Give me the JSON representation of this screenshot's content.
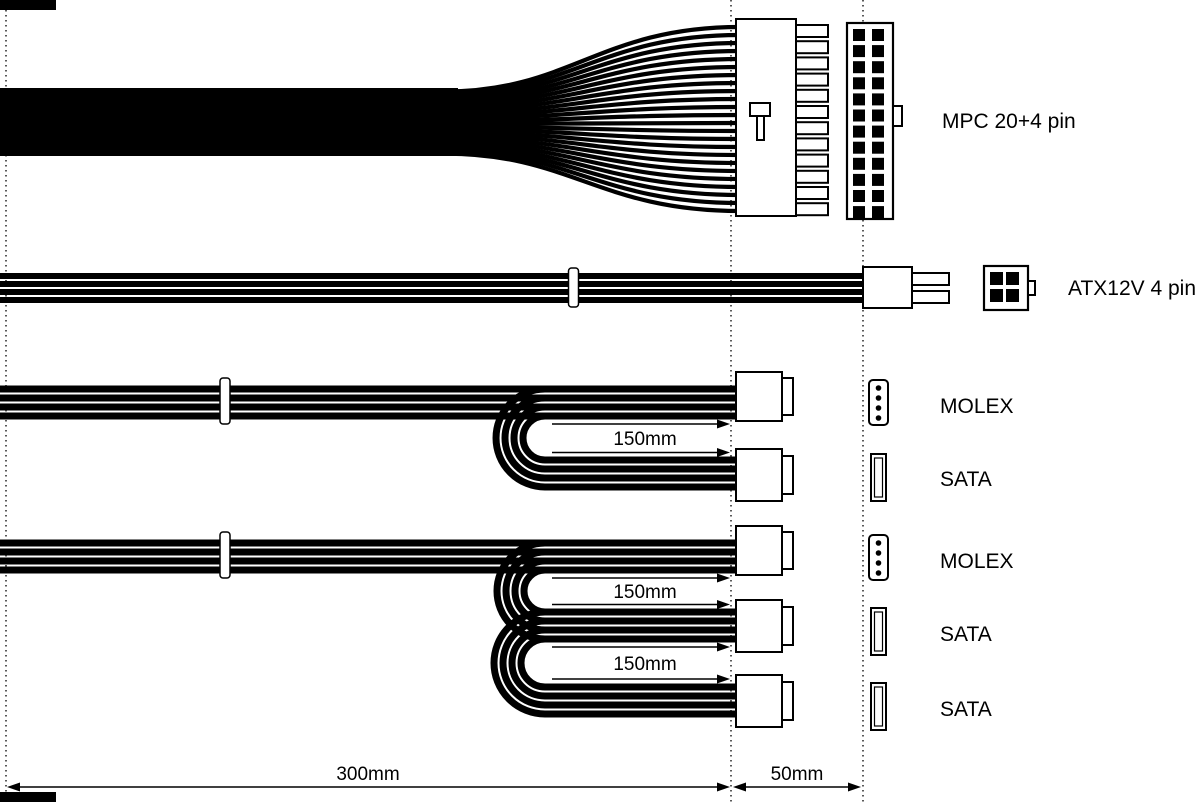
{
  "colors": {
    "ink": "#000000",
    "background": "#ffffff"
  },
  "labels": {
    "mpc": "MPC 20+4 pin",
    "atx": "ATX12V 4 pin",
    "molex_1": "MOLEX",
    "sata_1": "SATA",
    "molex_2": "MOLEX",
    "sata_2": "SATA",
    "sata_3": "SATA"
  },
  "dimensions": {
    "segment_1": "150mm",
    "segment_2": "150mm",
    "segment_3": "150mm",
    "cable_main": "300mm",
    "cable_tail": "50mm"
  },
  "icons": {
    "mpc_face": "24-pin-grid-icon",
    "atx_face": "4-pin-grid-icon",
    "molex_face": "molex-face-icon",
    "sata_face": "sata-face-icon"
  }
}
